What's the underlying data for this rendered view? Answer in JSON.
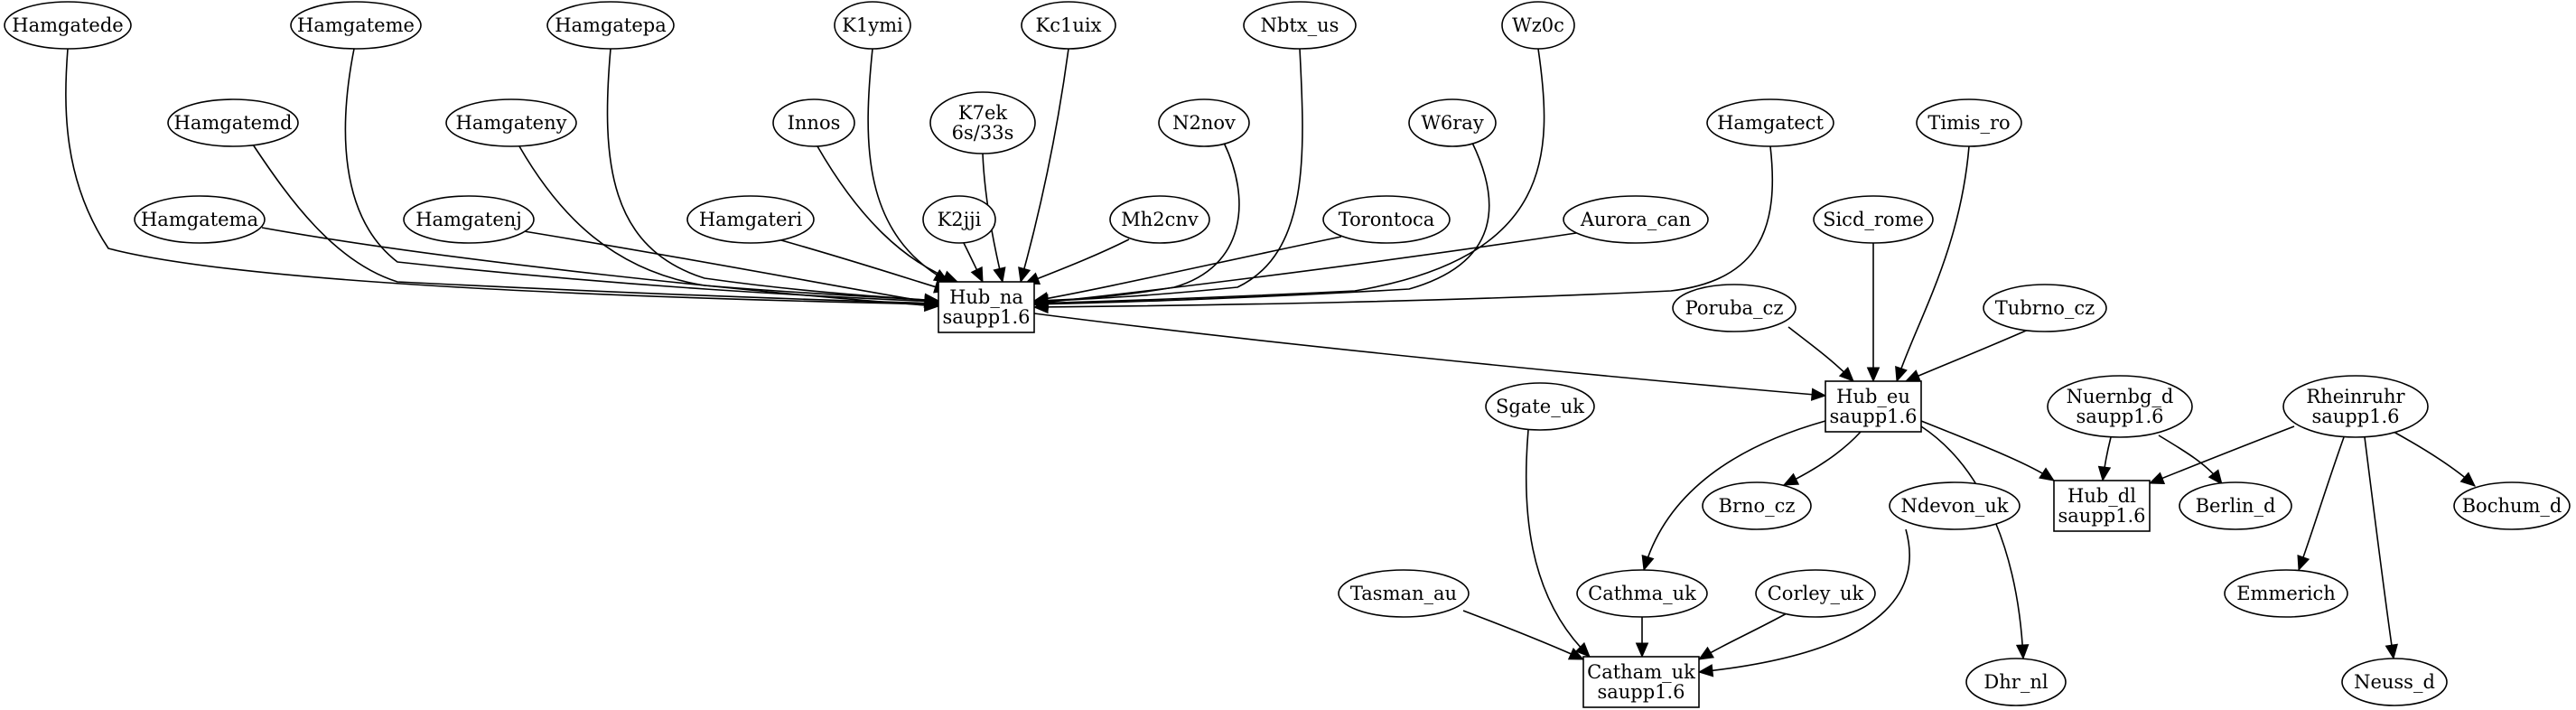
{
  "graph": {
    "nodes": [
      {
        "id": "hamgatede",
        "lines": [
          "Hamgatede"
        ],
        "shape": "ellipse"
      },
      {
        "id": "hamgateme",
        "lines": [
          "Hamgateme"
        ],
        "shape": "ellipse"
      },
      {
        "id": "hamgatepa",
        "lines": [
          "Hamgatepa"
        ],
        "shape": "ellipse"
      },
      {
        "id": "k1ymi",
        "lines": [
          "K1ymi"
        ],
        "shape": "ellipse"
      },
      {
        "id": "kc1uix",
        "lines": [
          "Kc1uix"
        ],
        "shape": "ellipse"
      },
      {
        "id": "nbtx_us",
        "lines": [
          "Nbtx_us"
        ],
        "shape": "ellipse"
      },
      {
        "id": "wz0c",
        "lines": [
          "Wz0c"
        ],
        "shape": "ellipse"
      },
      {
        "id": "hamgatemd",
        "lines": [
          "Hamgatemd"
        ],
        "shape": "ellipse"
      },
      {
        "id": "hamgateny",
        "lines": [
          "Hamgateny"
        ],
        "shape": "ellipse"
      },
      {
        "id": "innos",
        "lines": [
          "Innos"
        ],
        "shape": "ellipse"
      },
      {
        "id": "k7ek",
        "lines": [
          "K7ek",
          "6s/33s"
        ],
        "shape": "ellipse"
      },
      {
        "id": "n2nov",
        "lines": [
          "N2nov"
        ],
        "shape": "ellipse"
      },
      {
        "id": "w6ray",
        "lines": [
          "W6ray"
        ],
        "shape": "ellipse"
      },
      {
        "id": "hamgatect",
        "lines": [
          "Hamgatect"
        ],
        "shape": "ellipse"
      },
      {
        "id": "timis_ro",
        "lines": [
          "Timis_ro"
        ],
        "shape": "ellipse"
      },
      {
        "id": "hamgatema",
        "lines": [
          "Hamgatema"
        ],
        "shape": "ellipse"
      },
      {
        "id": "hamgatenj",
        "lines": [
          "Hamgatenj"
        ],
        "shape": "ellipse"
      },
      {
        "id": "hamgateri",
        "lines": [
          "Hamgateri"
        ],
        "shape": "ellipse"
      },
      {
        "id": "k2jji",
        "lines": [
          "K2jji"
        ],
        "shape": "ellipse"
      },
      {
        "id": "mh2cnv",
        "lines": [
          "Mh2cnv"
        ],
        "shape": "ellipse"
      },
      {
        "id": "torontoca",
        "lines": [
          "Torontoca"
        ],
        "shape": "ellipse"
      },
      {
        "id": "aurora_can",
        "lines": [
          "Aurora_can"
        ],
        "shape": "ellipse"
      },
      {
        "id": "sicd_rome",
        "lines": [
          "Sicd_rome"
        ],
        "shape": "ellipse"
      },
      {
        "id": "hub_na",
        "lines": [
          "Hub_na",
          "saupp1.6"
        ],
        "shape": "box"
      },
      {
        "id": "poruba_cz",
        "lines": [
          "Poruba_cz"
        ],
        "shape": "ellipse"
      },
      {
        "id": "tubrno_cz",
        "lines": [
          "Tubrno_cz"
        ],
        "shape": "ellipse"
      },
      {
        "id": "hub_eu",
        "lines": [
          "Hub_eu",
          "saupp1.6"
        ],
        "shape": "box"
      },
      {
        "id": "sgate_uk",
        "lines": [
          "Sgate_uk"
        ],
        "shape": "ellipse"
      },
      {
        "id": "nuernbg_d",
        "lines": [
          "Nuernbg_d",
          "saupp1.6"
        ],
        "shape": "ellipse"
      },
      {
        "id": "rheinruhr",
        "lines": [
          "Rheinruhr",
          "saupp1.6"
        ],
        "shape": "ellipse"
      },
      {
        "id": "brno_cz",
        "lines": [
          "Brno_cz"
        ],
        "shape": "ellipse"
      },
      {
        "id": "ndevon_uk",
        "lines": [
          "Ndevon_uk"
        ],
        "shape": "ellipse"
      },
      {
        "id": "hub_dl",
        "lines": [
          "Hub_dl",
          "saupp1.6"
        ],
        "shape": "box"
      },
      {
        "id": "berlin_d",
        "lines": [
          "Berlin_d"
        ],
        "shape": "ellipse"
      },
      {
        "id": "bochum_d",
        "lines": [
          "Bochum_d"
        ],
        "shape": "ellipse"
      },
      {
        "id": "tasman_au",
        "lines": [
          "Tasman_au"
        ],
        "shape": "ellipse"
      },
      {
        "id": "cathma_uk",
        "lines": [
          "Cathma_uk"
        ],
        "shape": "ellipse"
      },
      {
        "id": "corley_uk",
        "lines": [
          "Corley_uk"
        ],
        "shape": "ellipse"
      },
      {
        "id": "emmerich",
        "lines": [
          "Emmerich"
        ],
        "shape": "ellipse"
      },
      {
        "id": "catham_uk",
        "lines": [
          "Catham_uk",
          "saupp1.6"
        ],
        "shape": "box"
      },
      {
        "id": "dhr_nl",
        "lines": [
          "Dhr_nl"
        ],
        "shape": "ellipse"
      },
      {
        "id": "neuss_d",
        "lines": [
          "Neuss_d"
        ],
        "shape": "ellipse"
      }
    ],
    "edges": [
      {
        "from": "hamgatede",
        "to": "hub_na"
      },
      {
        "from": "hamgateme",
        "to": "hub_na"
      },
      {
        "from": "hamgatepa",
        "to": "hub_na"
      },
      {
        "from": "k1ymi",
        "to": "hub_na"
      },
      {
        "from": "kc1uix",
        "to": "hub_na"
      },
      {
        "from": "nbtx_us",
        "to": "hub_na"
      },
      {
        "from": "wz0c",
        "to": "hub_na"
      },
      {
        "from": "hamgatemd",
        "to": "hub_na"
      },
      {
        "from": "hamgateny",
        "to": "hub_na"
      },
      {
        "from": "innos",
        "to": "hub_na"
      },
      {
        "from": "k7ek",
        "to": "hub_na"
      },
      {
        "from": "n2nov",
        "to": "hub_na"
      },
      {
        "from": "w6ray",
        "to": "hub_na"
      },
      {
        "from": "hamgatect",
        "to": "hub_na"
      },
      {
        "from": "hamgatema",
        "to": "hub_na"
      },
      {
        "from": "hamgatenj",
        "to": "hub_na"
      },
      {
        "from": "hamgateri",
        "to": "hub_na"
      },
      {
        "from": "k2jji",
        "to": "hub_na"
      },
      {
        "from": "mh2cnv",
        "to": "hub_na"
      },
      {
        "from": "torontoca",
        "to": "hub_na"
      },
      {
        "from": "aurora_can",
        "to": "hub_na"
      },
      {
        "from": "hub_na",
        "to": "hub_eu"
      },
      {
        "from": "timis_ro",
        "to": "hub_eu"
      },
      {
        "from": "sicd_rome",
        "to": "hub_eu"
      },
      {
        "from": "poruba_cz",
        "to": "hub_eu"
      },
      {
        "from": "tubrno_cz",
        "to": "hub_eu"
      },
      {
        "from": "hub_eu",
        "to": "brno_cz"
      },
      {
        "from": "hub_eu",
        "to": "hub_dl"
      },
      {
        "from": "hub_eu",
        "to": "cathma_uk"
      },
      {
        "from": "hub_eu",
        "to": "dhr_nl"
      },
      {
        "from": "nuernbg_d",
        "to": "hub_dl"
      },
      {
        "from": "nuernbg_d",
        "to": "berlin_d"
      },
      {
        "from": "rheinruhr",
        "to": "hub_dl"
      },
      {
        "from": "rheinruhr",
        "to": "bochum_d"
      },
      {
        "from": "rheinruhr",
        "to": "emmerich"
      },
      {
        "from": "rheinruhr",
        "to": "neuss_d"
      },
      {
        "from": "sgate_uk",
        "to": "catham_uk"
      },
      {
        "from": "tasman_au",
        "to": "catham_uk"
      },
      {
        "from": "cathma_uk",
        "to": "catham_uk"
      },
      {
        "from": "corley_uk",
        "to": "catham_uk"
      },
      {
        "from": "ndevon_uk",
        "to": "catham_uk"
      }
    ]
  }
}
